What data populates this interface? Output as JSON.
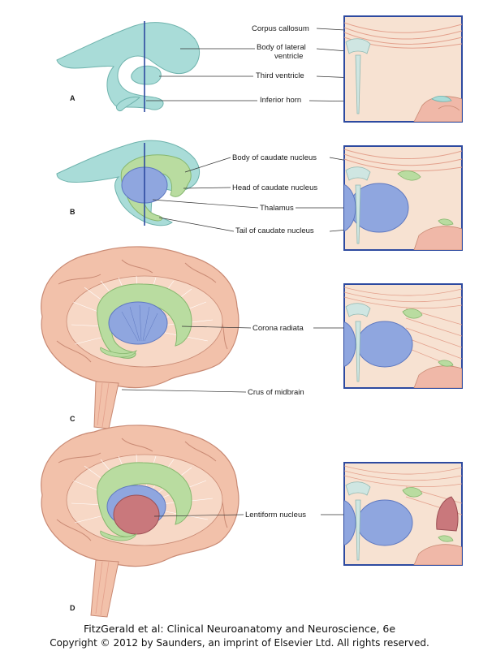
{
  "panels": {
    "a": "A",
    "b": "B",
    "c": "C",
    "d": "D"
  },
  "labels": {
    "corpus_callosum": "Corpus callosum",
    "body_lateral_ventricle_1": "Body of lateral",
    "body_lateral_ventricle_2": "ventricle",
    "third_ventricle": "Third ventricle",
    "inferior_horn": "Inferior horn",
    "body_caudate": "Body of caudate nucleus",
    "head_caudate": "Head of caudate nucleus",
    "thalamus": "Thalamus",
    "tail_caudate": "Tail of caudate nucleus",
    "corona_radiata": "Corona radiata",
    "crus_midbrain": "Crus of midbrain",
    "lentiform": "Lentiform nucleus"
  },
  "caption": {
    "line1": "FitzGerald et al: Clinical Neuroanatomy and Neuroscience, 6e",
    "line2": "Copyright © 2012 by Saunders, an imprint of Elsevier Ltd. All rights reserved."
  },
  "colors": {
    "ventricle": "#a9dcd8",
    "caudate": "#b9dca0",
    "thalamus": "#8fa6df",
    "lentiform": "#c9787c",
    "brain": "#f2c1aa",
    "brain_outline": "#c98a74",
    "inset_bg": "#f7e2d2",
    "inset_border": "#2d4aa0"
  }
}
